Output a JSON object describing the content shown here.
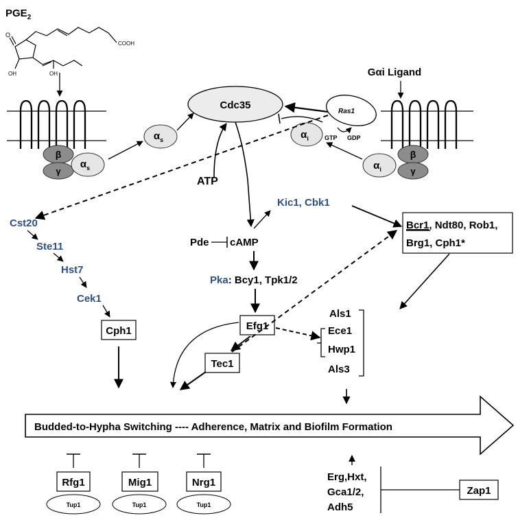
{
  "ligands": {
    "pge2_base": "PGE",
    "pge2_sub": "2",
    "pge2_cooh": "COOH",
    "pge2_o": "O",
    "pge2_oh1": "OH",
    "pge2_oh2": "OH",
    "gai_ligand": "Gαi Ligand"
  },
  "membrane": {
    "cdc35": "Cdc35",
    "ras1": "Ras1",
    "gtp": "GTP",
    "gdp": "GDP",
    "atp": "ATP",
    "beta": "β",
    "gamma": "γ",
    "alpha": "α",
    "sub_s": "s",
    "sub_i": "i"
  },
  "kinases": {
    "cst20": "Cst20",
    "ste11": "Ste11",
    "hst7": "Hst7",
    "cek1": "Cek1",
    "cph1": "Cph1"
  },
  "camp_path": {
    "kic1_cbk1": "Kic1, Cbk1",
    "pde": "Pde",
    "camp": "cAMP",
    "pka": "Pka",
    "pka_sub": ": Bcy1, Tpk1/2",
    "efg1": "Efg1",
    "tec1": "Tec1"
  },
  "tf_box": {
    "bcr1": "Bcr1",
    "line1_rest": ", Ndt80, Rob1,",
    "line2": "Brg1, Cph1*"
  },
  "adhesins": [
    "Als1",
    "Ece1",
    "Hwp1",
    "Als3"
  ],
  "main_arrow": {
    "label": "Budded-to-Hypha Switching ---- Adherence, Matrix and Biofilm Formation"
  },
  "repressors": [
    {
      "name": "Rfg1",
      "partner": "Tup1"
    },
    {
      "name": "Mig1",
      "partner": "Tup1"
    },
    {
      "name": "Nrg1",
      "partner": "Tup1"
    }
  ],
  "zap1_targets": [
    "Erg,Hxt,",
    "Gca1/2,",
    "Adh5"
  ],
  "zap1": "Zap1",
  "colors": {
    "kinase_blue": "#2f4f7f",
    "receptor_dark": "#8c8c8c",
    "receptor_light": "#e6e6e6"
  }
}
